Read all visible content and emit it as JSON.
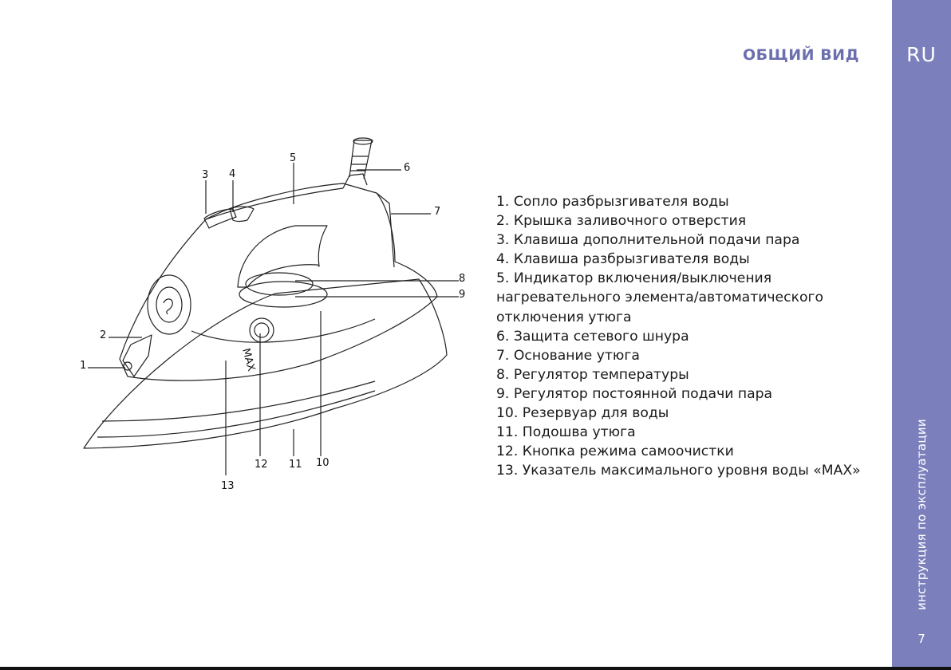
{
  "header": {
    "section_title": "ОБЩИЙ ВИД"
  },
  "sidebar": {
    "language": "RU",
    "manual_title": "инструкция по эксплуатации",
    "page_number": "7"
  },
  "diagram": {
    "callouts": [
      "1",
      "2",
      "3",
      "4",
      "5",
      "6",
      "7",
      "8",
      "9",
      "10",
      "11",
      "12",
      "13"
    ],
    "max_mark": "MAX"
  },
  "parts": [
    "1. Сопло разбрызгивателя воды",
    "2. Крышка заливочного отверстия",
    "3. Клавиша дополнительной подачи пара",
    "4. Клавиша разбрызгивателя воды",
    "5. Индикатор включения/выключения нагревательного элемента/автоматического отключения утюга",
    "6. Защита сетевого шнура",
    "7. Основание утюга",
    "8. Регулятор температуры",
    "9. Регулятор постоянной подачи пара",
    "10. Резервуар для воды",
    "11. Подошва утюга",
    "12. Кнопка режима самоочистки",
    "13. Указатель максимального уровня воды «MAX»"
  ],
  "colors": {
    "accent": "#7b80bd",
    "title": "#6b6fae"
  }
}
